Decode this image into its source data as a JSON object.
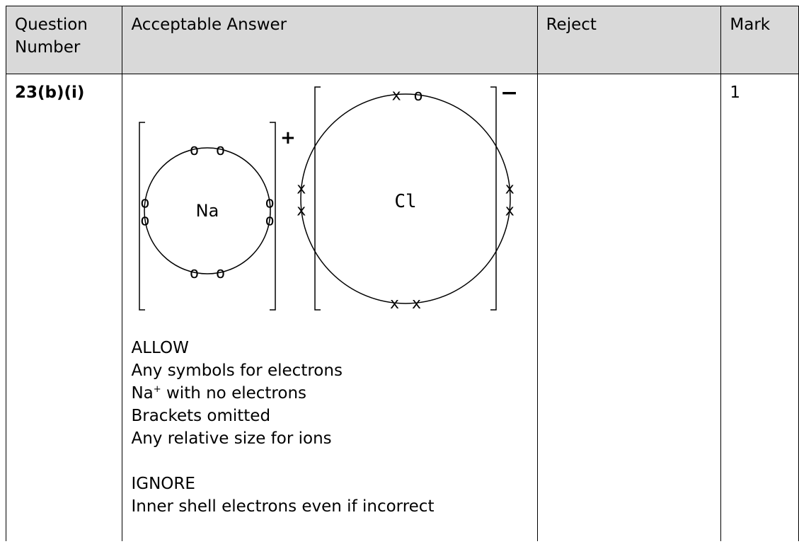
{
  "table": {
    "headers": {
      "question_number": "Question Number",
      "acceptable_answer": "Acceptable Answer",
      "reject": "Reject",
      "mark": "Mark"
    },
    "row": {
      "question_number": "23(b)(i)",
      "reject": "",
      "mark": "1",
      "diagram": {
        "na_label": "Na",
        "na_charge": "+",
        "cl_label": "Cl",
        "cl_charge": "−",
        "na_electron_symbol": "o",
        "cl_own_electron_symbol": "x",
        "cl_gained_electron_symbol": "o",
        "na_electron_count": 8,
        "cl_electron_count": 8
      },
      "allow_heading": "ALLOW",
      "allow_items": [
        "Any symbols for electrons",
        "with no electrons",
        "Brackets omitted",
        "Any relative size for ions"
      ],
      "na_plus_base": "Na",
      "na_plus_sup": "+",
      "ignore_heading": "IGNORE",
      "ignore_items": [
        "Inner shell electrons even if incorrect"
      ]
    }
  }
}
